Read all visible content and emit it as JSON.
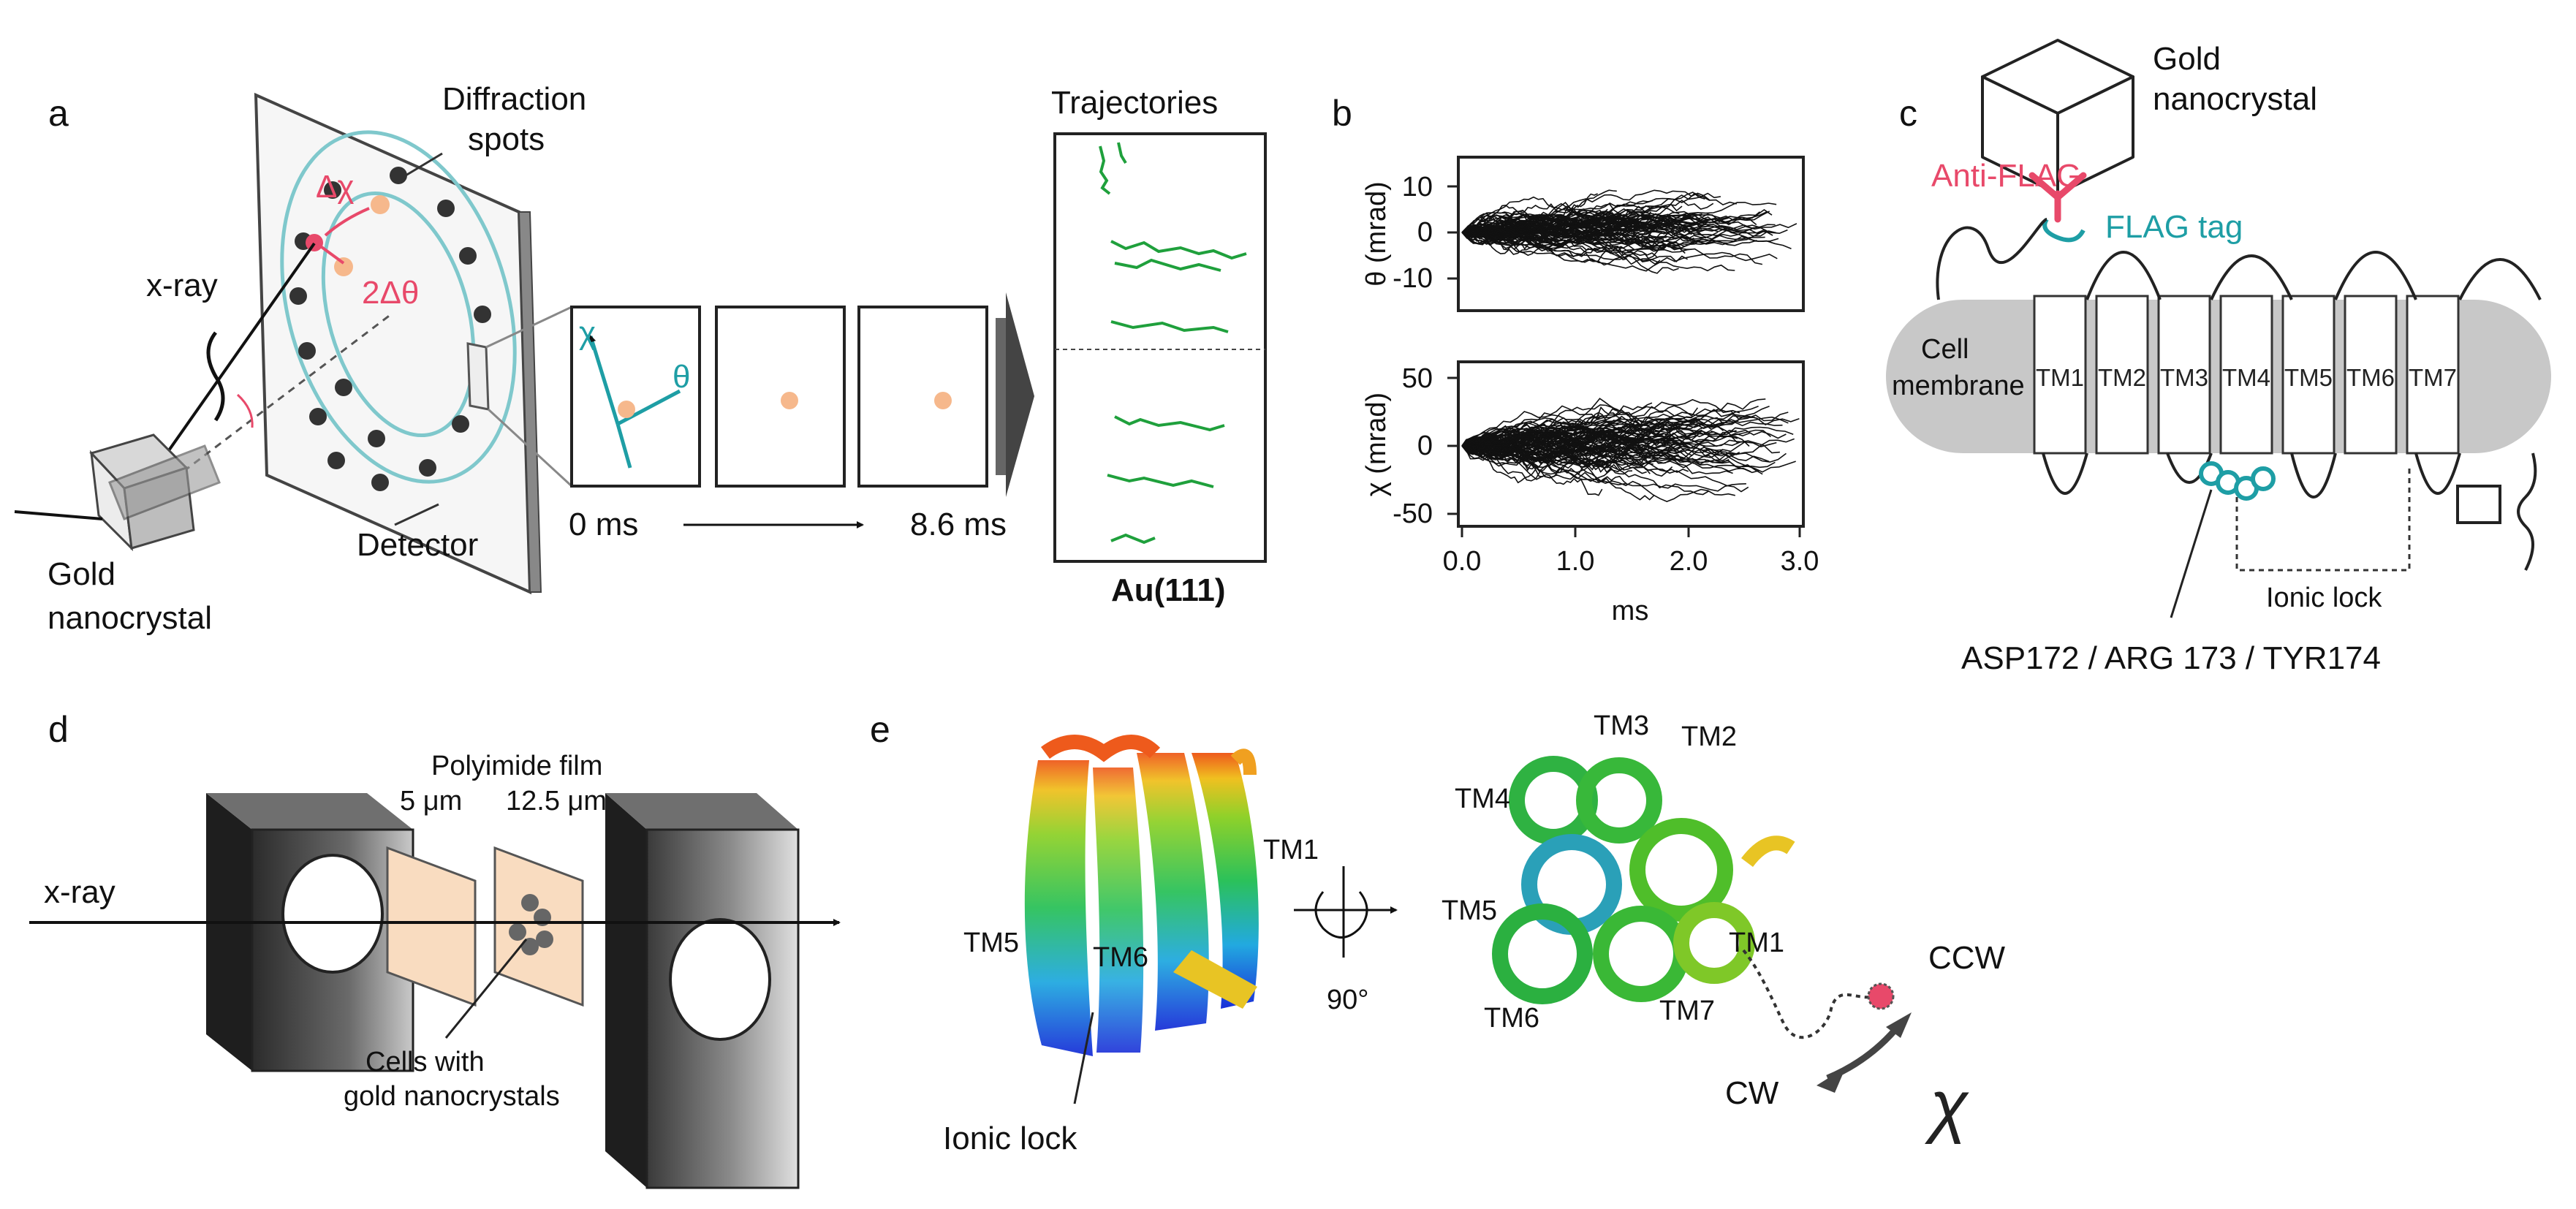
{
  "panels": {
    "a": "a",
    "b": "b",
    "c": "c",
    "d": "d",
    "e": "e"
  },
  "panel_a": {
    "diffraction_spots_line1": "Diffraction",
    "diffraction_spots_line2": "spots",
    "delta_chi": "Δχ",
    "two_delta_theta": "2Δθ",
    "xray": "x-ray",
    "gold_line1": "Gold",
    "gold_line2": "nanocrystal",
    "detector": "Detector",
    "chi": "χ",
    "theta": "θ",
    "time_start": "0 ms",
    "time_end": "8.6 ms",
    "trajectories": "Trajectories",
    "au111": "Au(111)"
  },
  "panel_b": {
    "theta_ylabel": "θ (mrad)",
    "chi_ylabel": "χ (mrad)",
    "xlabel": "ms",
    "theta_ticks": [
      "10",
      "0",
      "-10"
    ],
    "chi_ticks": [
      "50",
      "0",
      "-50"
    ],
    "x_ticks": [
      "0.0",
      "1.0",
      "2.0",
      "3.0"
    ]
  },
  "panel_c": {
    "gold_line1": "Gold",
    "gold_line2": "nanocrystal",
    "anti_flag": "Anti-FLAG",
    "flag_tag": "FLAG tag",
    "cell_line1": "Cell",
    "cell_line2": "membrane",
    "tm": [
      "TM1",
      "TM2",
      "TM3",
      "TM4",
      "TM5",
      "TM6",
      "TM7"
    ],
    "ionic_lock": "Ionic lock",
    "residues": "ASP172 / ARG 173 / TYR174"
  },
  "panel_d": {
    "film_title": "Polyimide film",
    "film_5": "5 μm",
    "film_12": "12.5 μm",
    "xray": "x-ray",
    "cells_line1": "Cells with",
    "cells_line2": "gold nanocrystals"
  },
  "panel_e": {
    "tm1_side": "TM1",
    "tm5_side": "TM5",
    "tm6_side": "TM6",
    "ionic_lock": "Ionic lock",
    "rotation": "90°",
    "tm4": "TM4",
    "tm3": "TM3",
    "tm2": "TM2",
    "tm5": "TM5",
    "tm1": "TM1",
    "tm6": "TM6",
    "tm7": "TM7",
    "ccw": "CCW",
    "cw": "CW",
    "chi": "χ"
  },
  "colors": {
    "pink": "#e8496a",
    "teal": "#1e9ea5",
    "green_traj": "#1fa03c",
    "membrane": "#c8c8c8",
    "film": "#f9dcc0",
    "spot": "#f6b88c"
  }
}
